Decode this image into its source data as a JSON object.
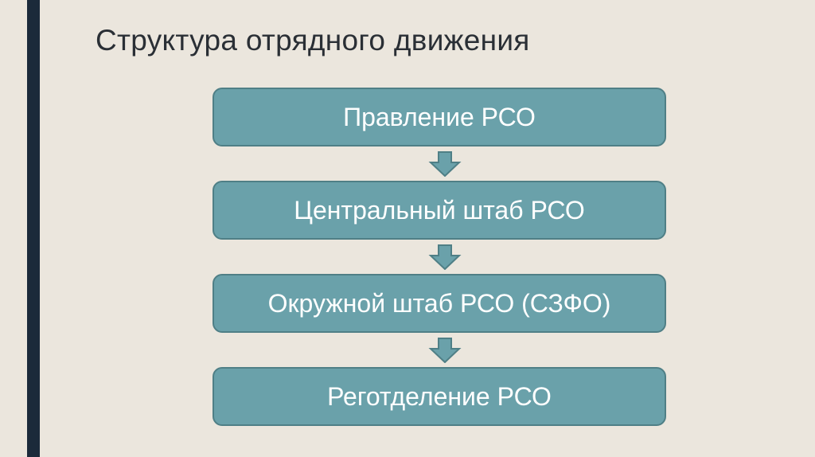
{
  "title": "Структура отрядного движения",
  "boxes": [
    {
      "label": "Правление РСО"
    },
    {
      "label": "Центральный штаб РСО"
    },
    {
      "label": "Окружной штаб РСО (СЗФО)"
    },
    {
      "label": "Реготделение РСО"
    }
  ],
  "colors": {
    "box_fill": "#6aa1aa",
    "box_border": "#4f7f86",
    "accent_bar": "#1b2a3a",
    "background": "#ebe6dd"
  }
}
